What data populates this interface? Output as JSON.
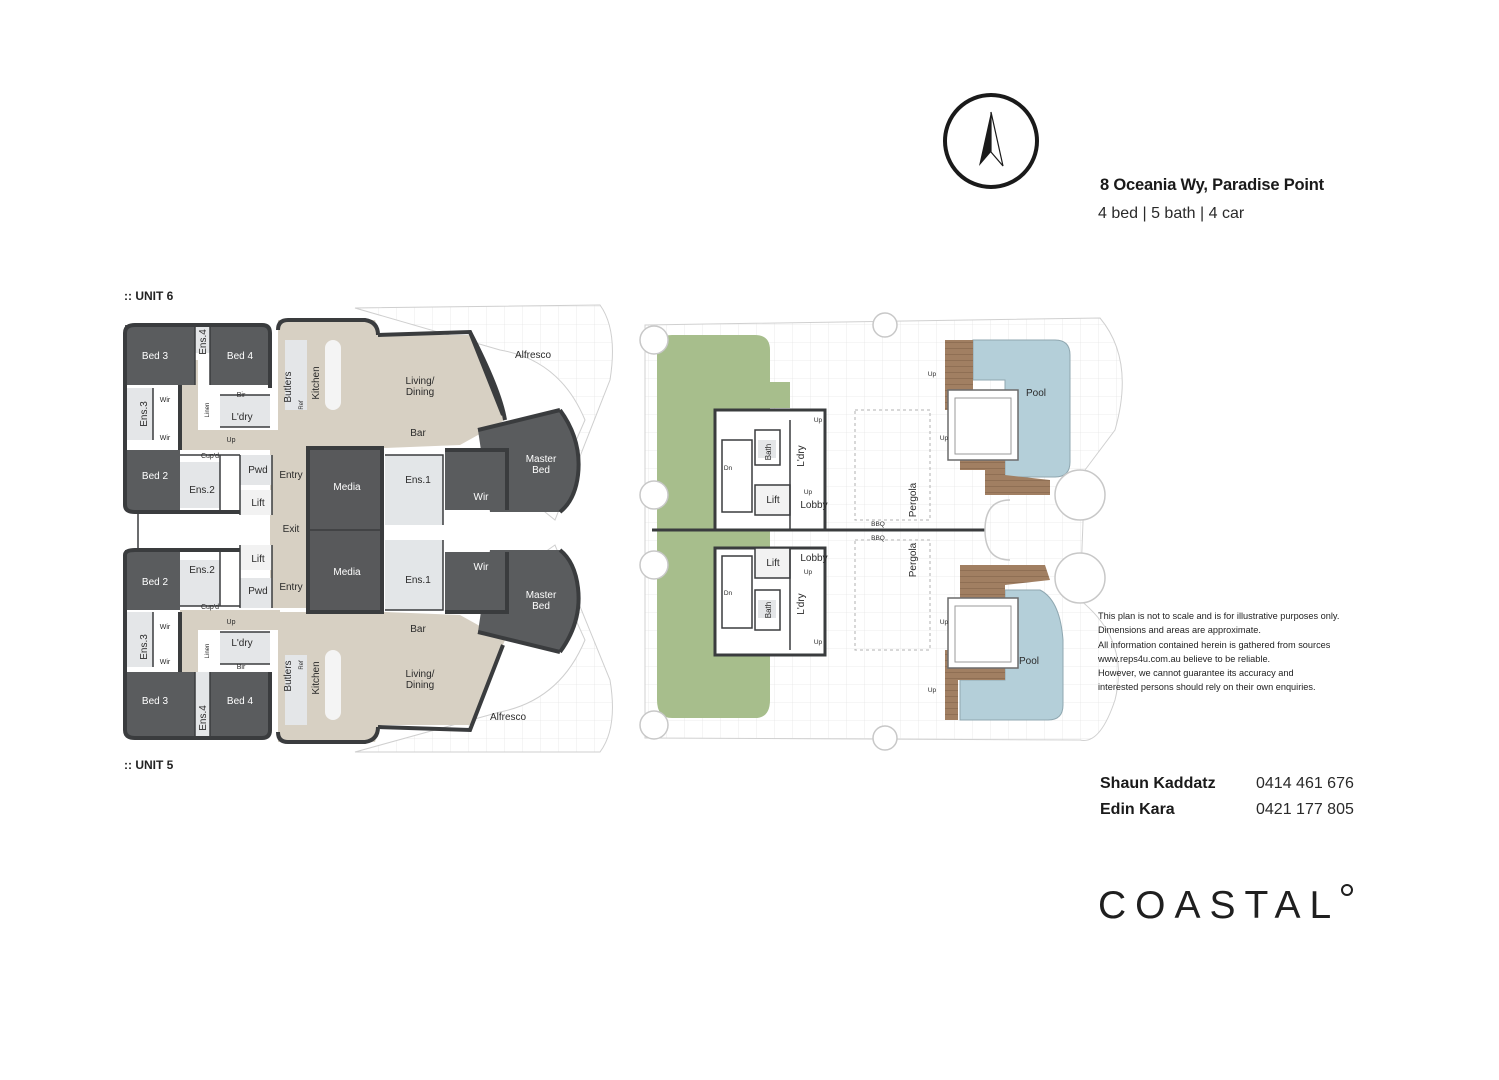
{
  "property": {
    "address": "8 Oceania Wy, Paradise Point",
    "specs": "4 bed | 5 bath | 4 car"
  },
  "units": {
    "top": ":: UNIT 6",
    "bottom": ":: UNIT 5"
  },
  "rooms": {
    "bed3": "Bed 3",
    "bed4": "Bed 4",
    "bed2": "Bed 2",
    "ens4": "Ens.4",
    "ens3": "Ens.3",
    "ens2": "Ens.2",
    "ens1": "Ens.1",
    "wir": "Wir",
    "bir": "Bir",
    "linen": "Linen",
    "ldry": "L'dry",
    "cupd": "Cup'd",
    "pwd": "Pwd",
    "lift": "Lift",
    "entry": "Entry",
    "exit": "Exit",
    "media": "Media",
    "butlers": "Butlers",
    "kitchen": "Kitchen",
    "ref": "Ref",
    "living_1": "Living/",
    "living_2": "Dining",
    "bar": "Bar",
    "master_1": "Master",
    "master_2": "Bed",
    "alfresco": "Alfresco",
    "up": "Up",
    "dn": "Dn",
    "bath": "Bath",
    "lobby": "Lobby",
    "pergola": "Pergola",
    "bbq": "BBQ",
    "pool": "Pool"
  },
  "disclaimer": [
    "This plan is not to scale and is for illustrative purposes only.",
    "Dimensions and areas are approximate.",
    "All information contained herein is gathered from sources",
    "www.reps4u.com.au believe to be reliable.",
    "However, we cannot guarantee its accuracy and",
    "interested persons should rely on their own enquiries."
  ],
  "contacts": [
    {
      "name": "Shaun Kaddatz",
      "phone": "0414 461 676"
    },
    {
      "name": "Edin Kara",
      "phone": "0421 177 805"
    }
  ],
  "brand": {
    "logo": "COASTAL"
  },
  "colors": {
    "bedroom": "#5a5c5e",
    "living": "#d8d2c6",
    "wet": "#e3e6e8",
    "lawn": "#a6bd8a",
    "pool": "#b4cfd9",
    "deck": "#9c7a5e",
    "wall": "#3a3c3e"
  }
}
